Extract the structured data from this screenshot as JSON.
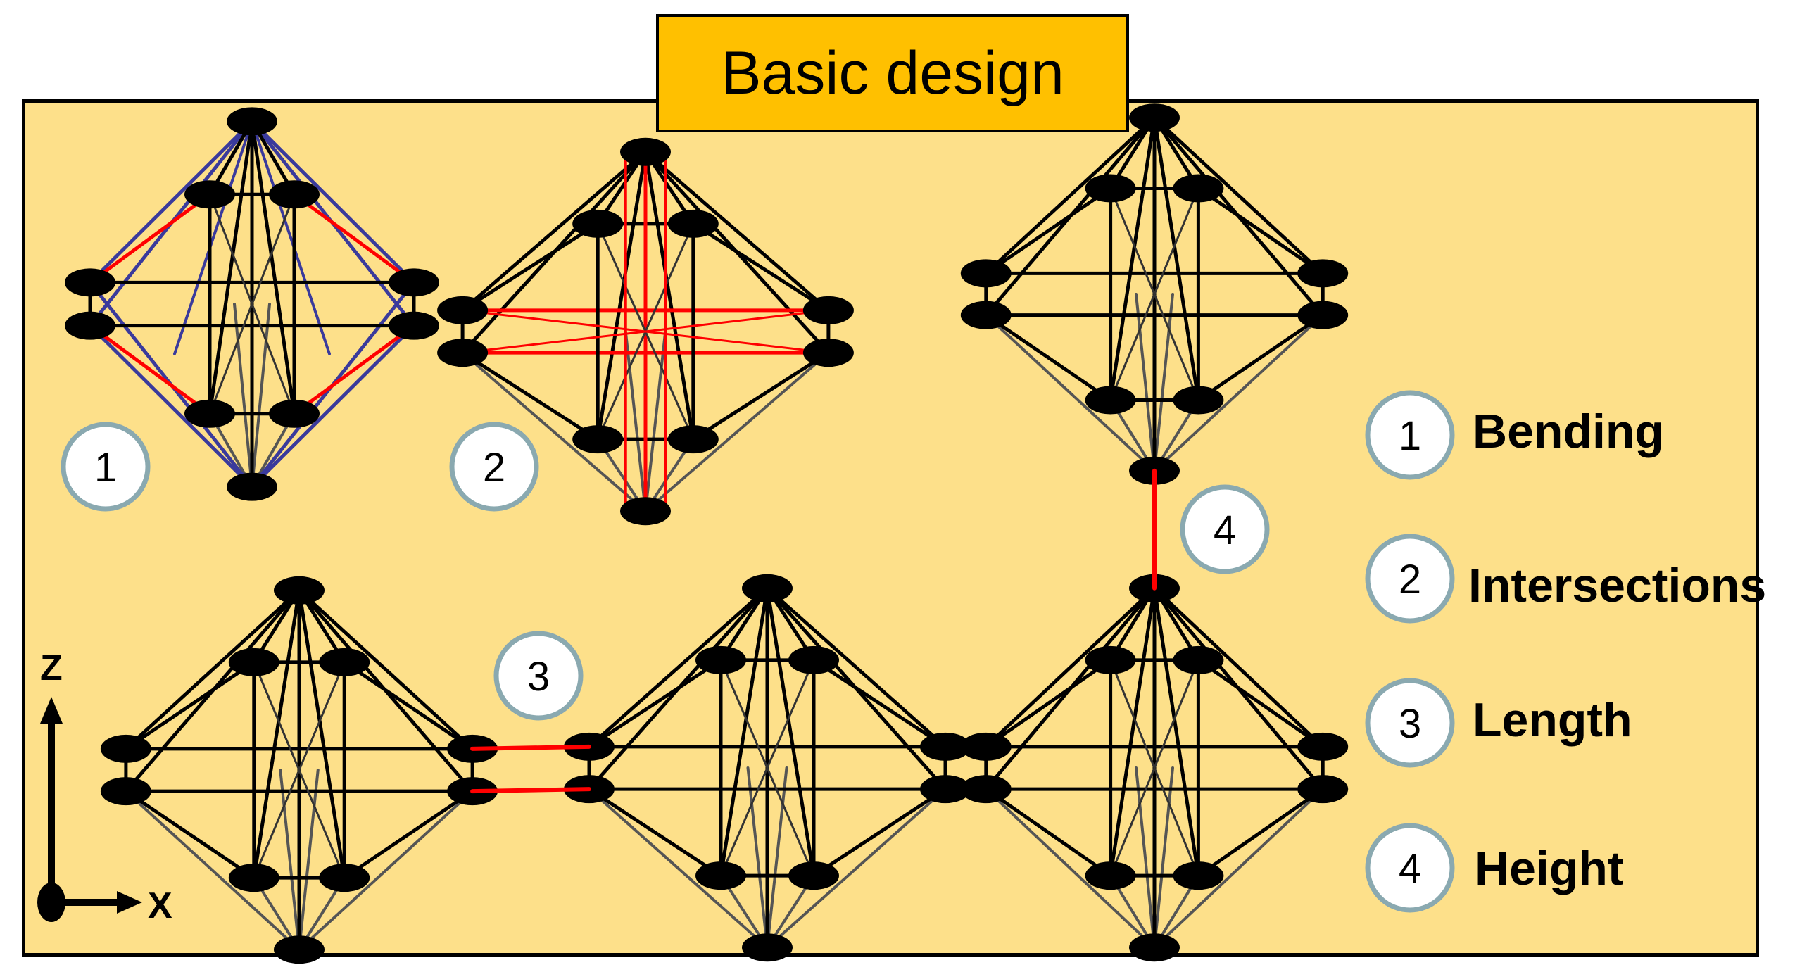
{
  "title": "Basic design",
  "axes": {
    "z_label": "Z",
    "x_label": "X"
  },
  "diagram_badges": [
    "1",
    "2",
    "3",
    "4"
  ],
  "legend": [
    {
      "number": "1",
      "label": "Bending"
    },
    {
      "number": "2",
      "label": "Intersections"
    },
    {
      "number": "3",
      "label": "Length"
    },
    {
      "number": "4",
      "label": "Height"
    }
  ],
  "colors": {
    "panel_background": "#fde08a",
    "title_background": "#ffc000",
    "highlight_red": "#ff0000",
    "highlight_blue": "#3a3a9c",
    "strut": "#000000",
    "badge_border": "#8aa9b0"
  }
}
